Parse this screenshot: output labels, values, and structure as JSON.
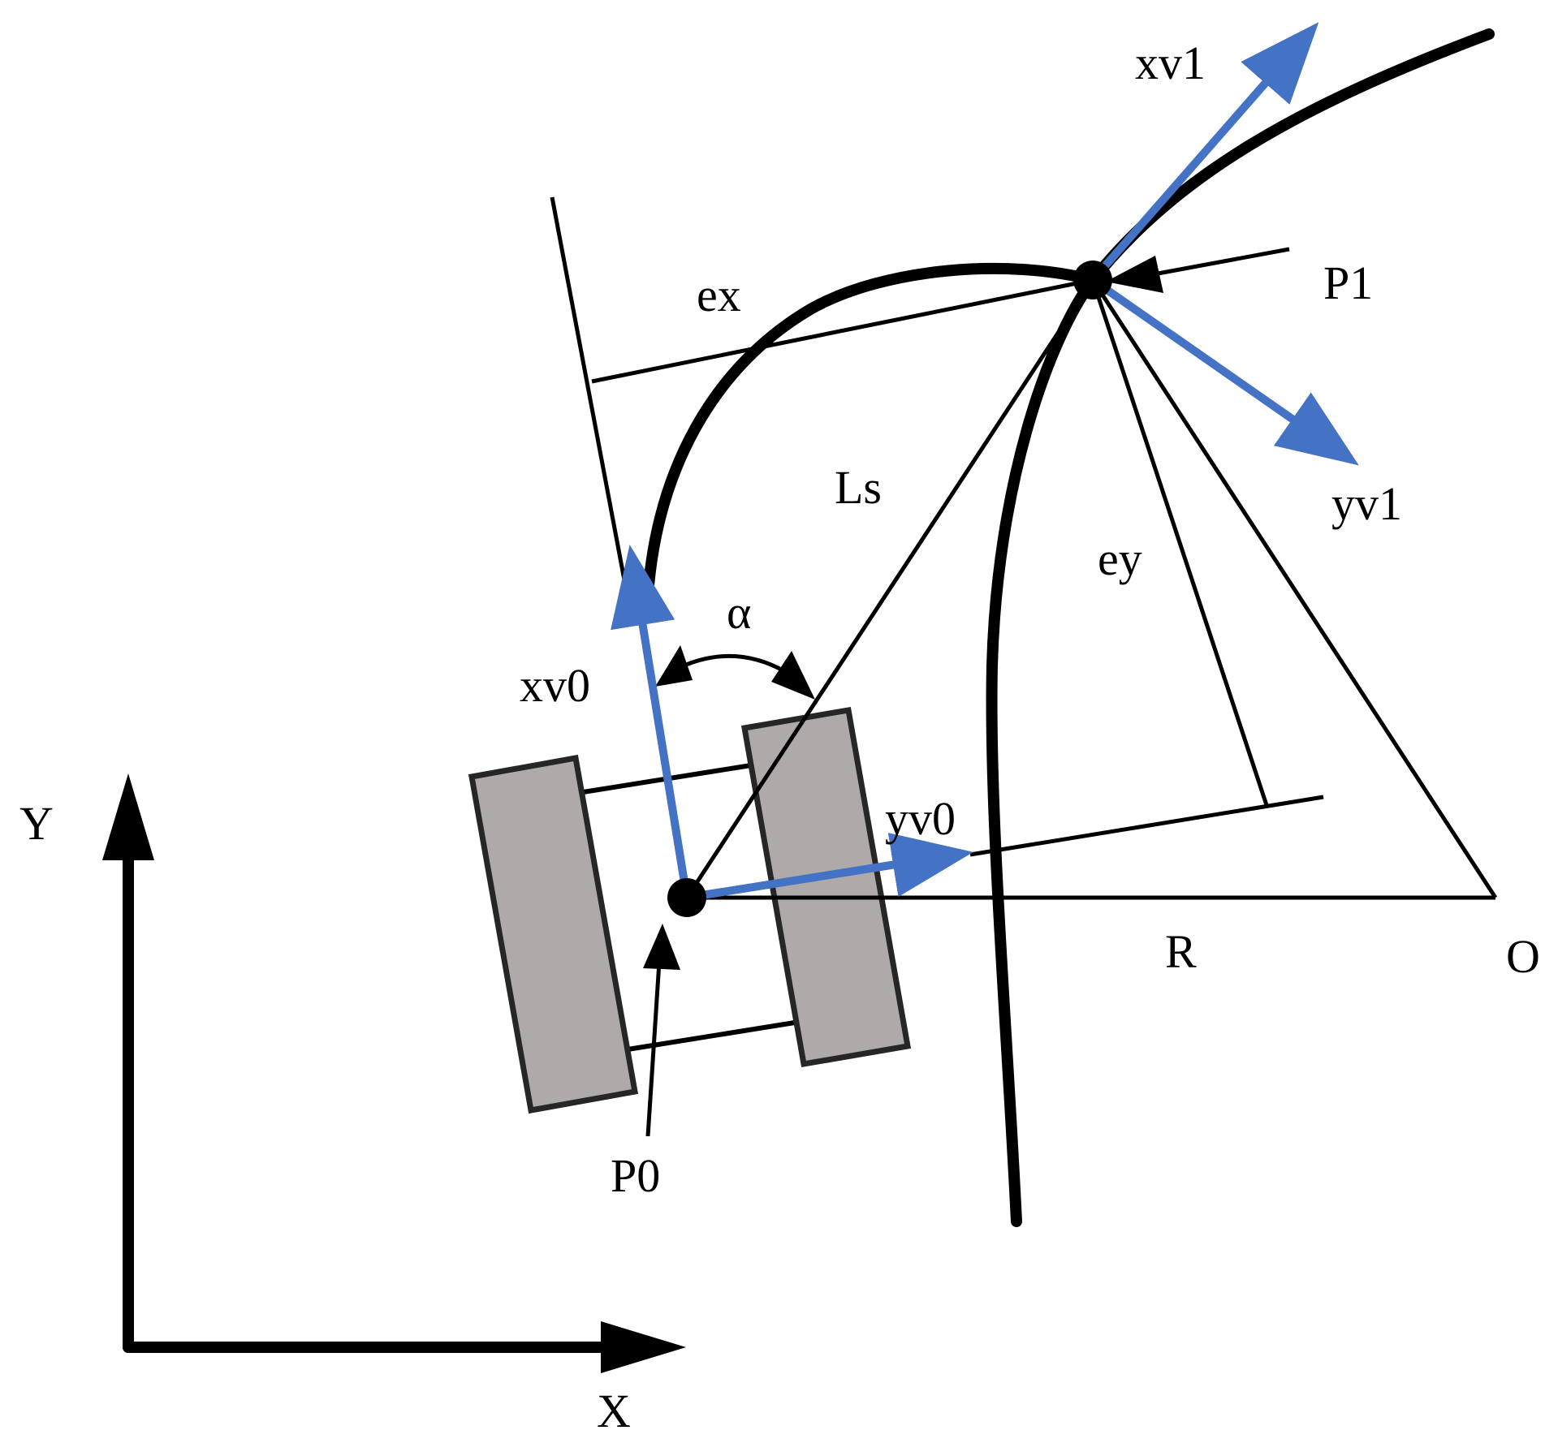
{
  "diagram": {
    "labels": {
      "xv1": "xv1",
      "p1": "P1",
      "ex": "ex",
      "ls": "Ls",
      "yv1": "yv1",
      "ey": "ey",
      "alpha": "α",
      "xv0": "xv0",
      "yv0": "yv0",
      "y_axis": "Y",
      "r": "R",
      "o": "O",
      "p0": "P0",
      "x_axis": "X"
    },
    "colors": {
      "line": "#000000",
      "vector": "#4472c4",
      "wheel_fill": "#aeaaaa",
      "wheel_stroke": "#262626",
      "background": "#ffffff"
    }
  }
}
